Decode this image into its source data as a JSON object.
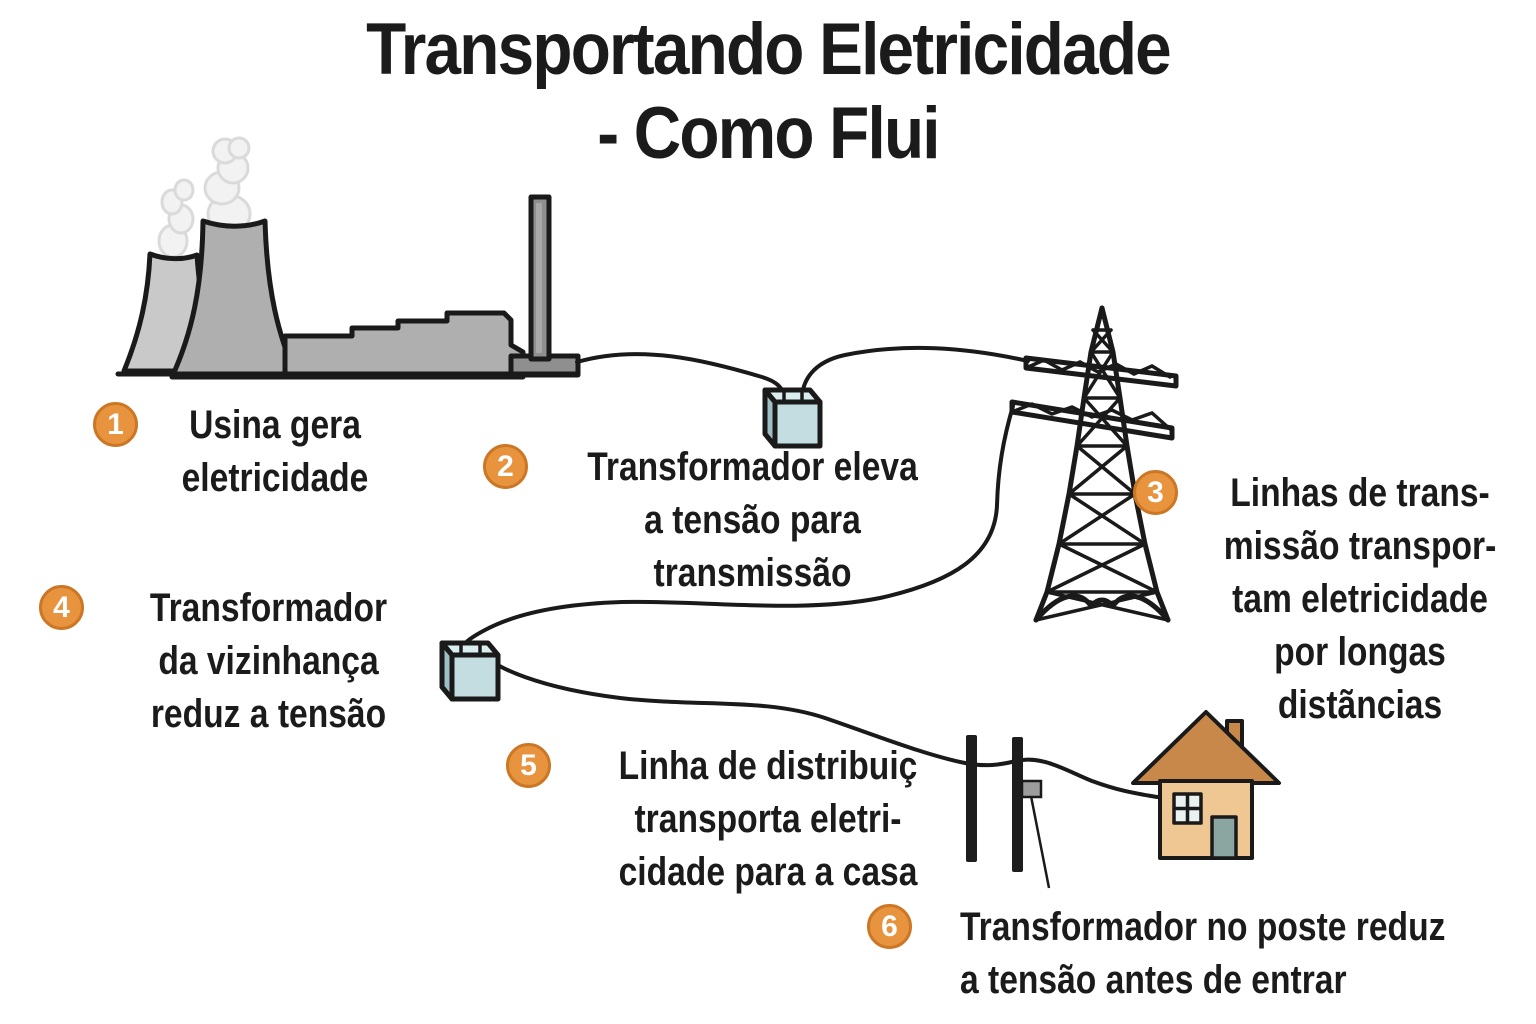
{
  "title": {
    "line1": "Transportando Eletricidade",
    "line2": "- Como Flui"
  },
  "labels": [
    {
      "number": "1",
      "lines": [
        "Usina gera",
        "eletricidade"
      ]
    },
    {
      "number": "2",
      "lines": [
        "Transformador eleva",
        "a tensão para",
        "transmissão"
      ]
    },
    {
      "number": "3",
      "lines": [
        "Linhas de trans-",
        "missão transpor-",
        "tam eletricidade",
        "por longas",
        "distãncias"
      ]
    },
    {
      "number": "4",
      "lines": [
        "Transformador",
        "da vizinhança",
        "reduz a tensão"
      ]
    },
    {
      "number": "5",
      "lines": [
        "Linha de distribuiç",
        "transporta eletri-",
        "cidade para a casa"
      ]
    },
    {
      "number": "6",
      "lines": [
        "Transformador no poste reduz",
        "a tensão antes de entrar"
      ]
    }
  ],
  "icons": [
    "power-plant-icon",
    "smoke-icon",
    "step-up-transformer-icon",
    "transmission-tower-icon",
    "neighborhood-transformer-icon",
    "utility-poles-icon",
    "pole-transformer-icon",
    "house-icon",
    "wire-icon"
  ],
  "colors": {
    "background": "#FFFFFF",
    "text": "#1B1B1B",
    "line": "#1A1A1A",
    "accent": "#E8933D",
    "accent_border": "#CC7726",
    "badge_number": "#FFFFFF",
    "transformer_front": "#C3DDE1",
    "transformer_top": "#DAEEF0",
    "transformer_side": "#A0BFC5",
    "plant_light": "#C9C9C9",
    "plant_mid": "#AFAFAF",
    "plant_dark": "#8F8F8F",
    "smoke_fill": "#F2F2F2",
    "smoke_stroke": "#DADADA",
    "house_wall": "#EEC793",
    "house_roof": "#C8884A",
    "house_door": "#8BA5A1",
    "window_pane": "#E9F1F1",
    "pole": "#1D1D1D",
    "pole_transformer": "#9C9C9C"
  }
}
